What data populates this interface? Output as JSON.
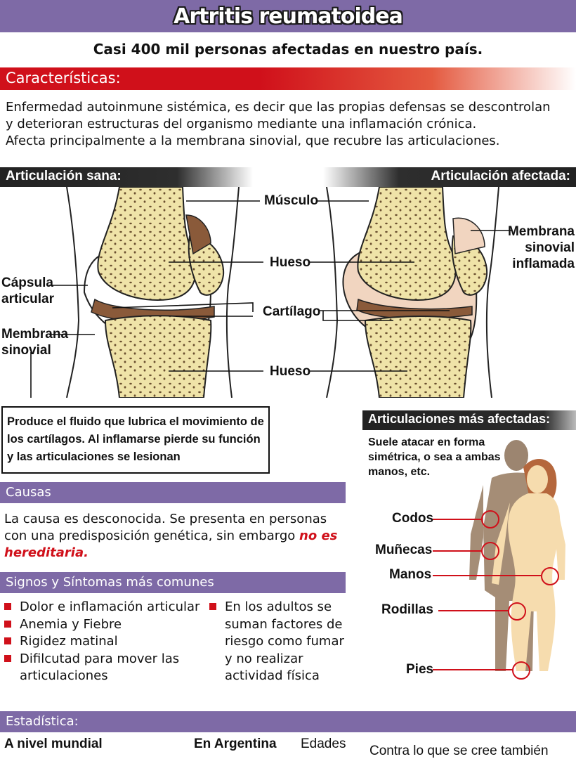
{
  "title": "Artritis reumatoidea",
  "subtitle": "Casi 400 mil personas afectadas en nuestro país.",
  "caracteristicas": {
    "heading": "Características:",
    "lines": [
      "Enfermedad autoinmune sistémica, es decir que las propias defensas se descontrolan",
      "y deterioran estructuras del organismo mediante una inflamación crónica.",
      "Afecta principalmente  a la membrana sinovial, que recubre las articulaciones."
    ]
  },
  "diagram": {
    "healthy_heading": "Articulación sana:",
    "affected_heading": "Articulación afectada:",
    "labels": {
      "musculo": "Músculo",
      "hueso_top": "Hueso",
      "cartilago": "Cartílago",
      "hueso_bottom": "Hueso",
      "capsula": "Cápsula\narticular",
      "membrana": "Membrana\nsinovial",
      "membrana_inflamada": "Membrana\nsinovial\ninflamada"
    },
    "fluid_note": "Produce el fluido que lubrica el movimiento de los cartílagos. Al inflamarse pierde su función y las articulaciones se lesionan"
  },
  "causas": {
    "heading": "Causas",
    "text": "La causa es desconocida. Se presenta en personas con una predisposición genética, sin embargo ",
    "highlight": "no es hereditaria."
  },
  "signos": {
    "heading": "Signos y Síntomas más comunes",
    "left_items": [
      "Dolor e inflamación articular",
      "Anemia y Fiebre",
      "Rigidez matinal",
      "Difilcutad para mover las articulaciones"
    ],
    "right_items": [
      "En los adultos se suman factores de riesgo como fumar y no realizar actividad física"
    ]
  },
  "articulaciones": {
    "heading": "Articulaciones más afectadas:",
    "description": "Suele atacar en forma simétrica, o sea a ambas manos, etc.",
    "points": [
      "Codos",
      "Muñecas",
      "Manos",
      "Rodillas",
      "Pies"
    ]
  },
  "estadistica": {
    "heading": "Estadística:",
    "mundial": "A nivel mundial",
    "argentina": "En Argentina",
    "edades": "Edades",
    "contra": "Contra lo que se cree también"
  },
  "colors": {
    "purple": "#7e6aa6",
    "red": "#d0101a",
    "bone": "#efe3a8",
    "cartilage": "#8a5a3a",
    "skin": "#f6dcae"
  }
}
